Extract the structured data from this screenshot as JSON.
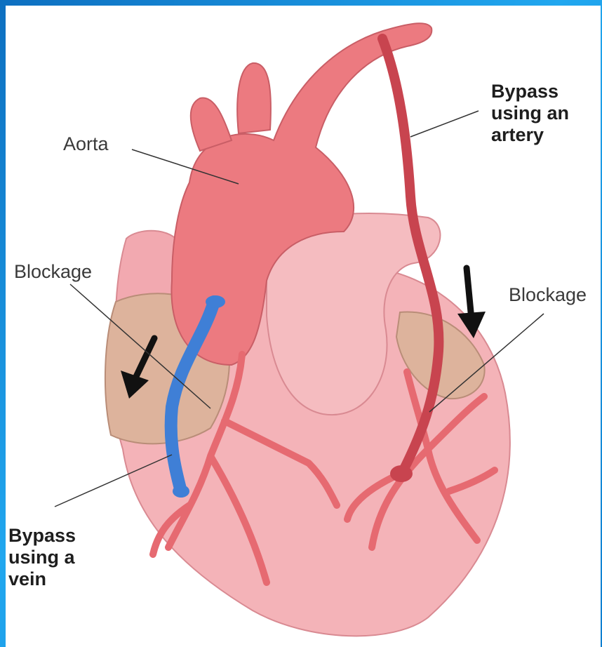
{
  "labels": {
    "aorta": "Aorta",
    "bypass_artery": "Bypass\nusing an\nartery",
    "blockage_left": "Blockage",
    "blockage_right": "Blockage",
    "bypass_vein": "Bypass\nusing a\nvein"
  },
  "colors": {
    "frame": "#1a8fd6",
    "heart": "#f4b3b8",
    "aorta": "#ec7a80",
    "vessels": "#e66a71",
    "artery_graft": "#c8444f",
    "vein_graft": "#3f7fd6",
    "fat": "#ddb39c",
    "arrows": "#111111"
  }
}
